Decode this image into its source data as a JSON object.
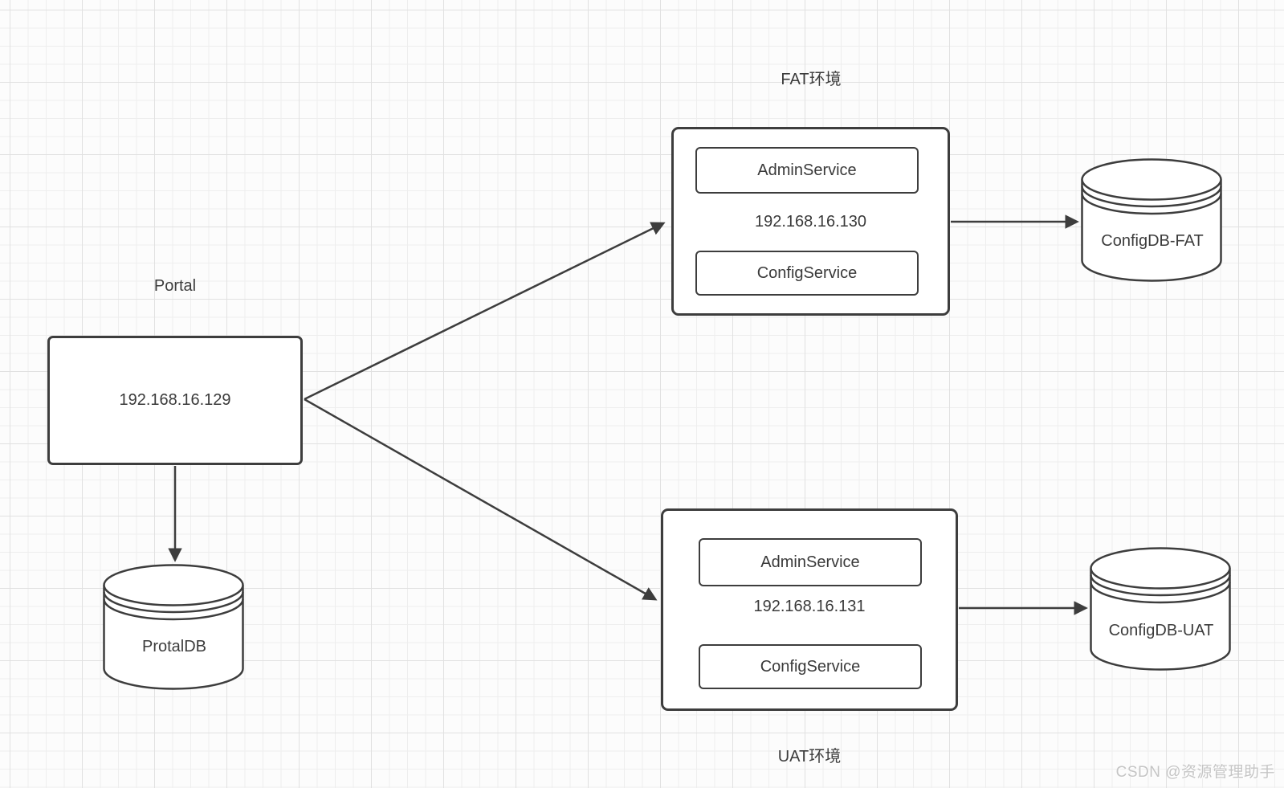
{
  "portal": {
    "title": "Portal",
    "ip": "192.168.16.129"
  },
  "portal_db": {
    "label": "ProtalDB"
  },
  "fat_env": {
    "title": "FAT环境",
    "ip": "192.168.16.130",
    "services": {
      "admin": "AdminService",
      "config": "ConfigService"
    },
    "db": "ConfigDB-FAT"
  },
  "uat_env": {
    "title": "UAT环境",
    "ip": "192.168.16.131",
    "services": {
      "admin": "AdminService",
      "config": "ConfigService"
    },
    "db": "ConfigDB-UAT"
  },
  "watermark": {
    "text": "CSDN @资源管理助手"
  },
  "colors": {
    "stroke": "#3d3d3d",
    "text": "#3a3a3a",
    "background": "#fcfcfc",
    "grid_minor": "#eeeeee",
    "grid_major": "#e1e1e1",
    "watermark": "#c5c5c5"
  }
}
